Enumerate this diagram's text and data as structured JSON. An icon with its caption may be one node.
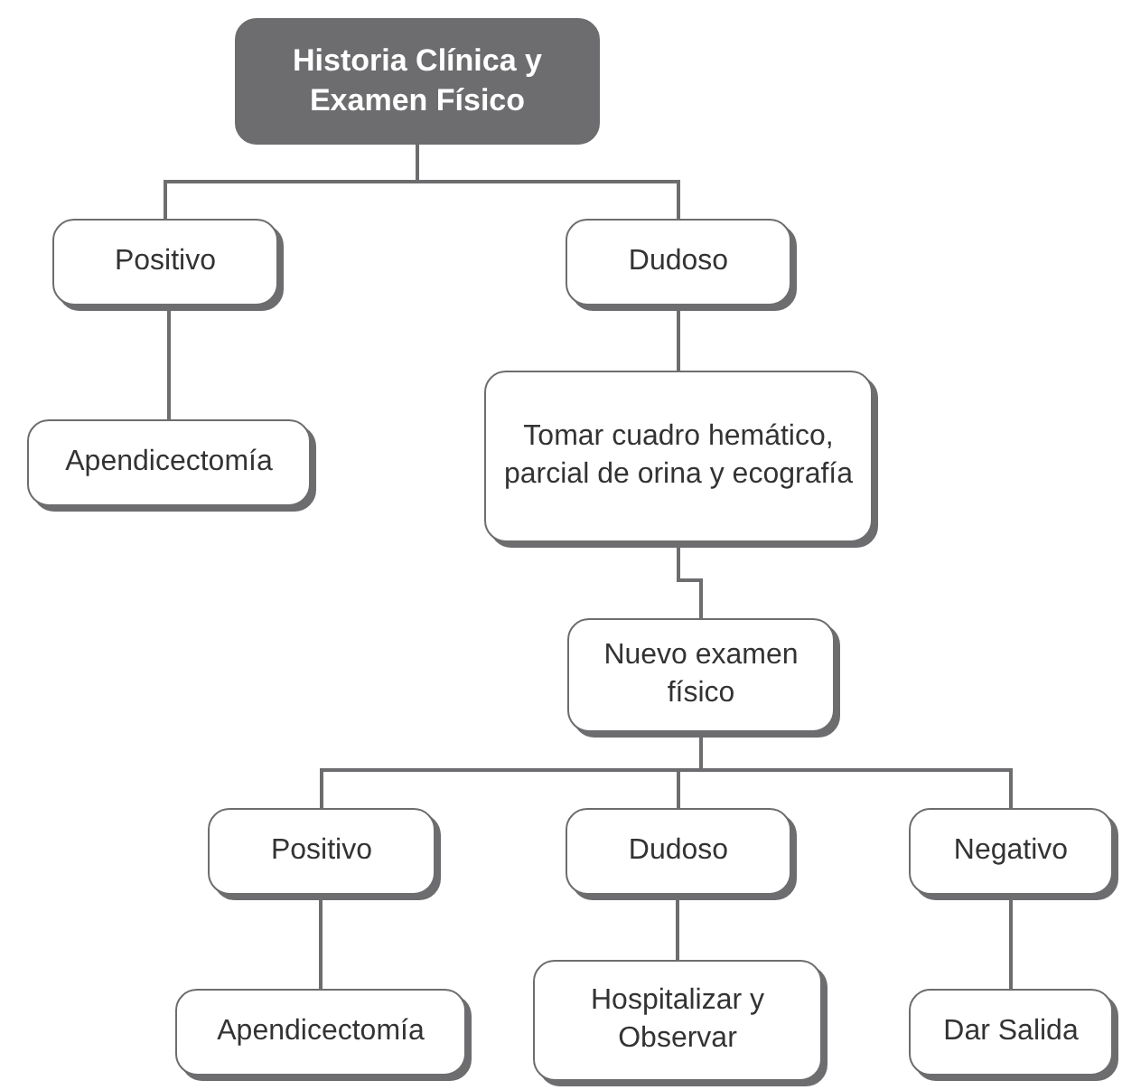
{
  "diagram": {
    "nodes": [
      {
        "text": [
          "Historia Clínica y Examen Físico"
        ]
      },
      {
        "text": [
          "Positivo"
        ]
      },
      {
        "text": [
          "Dudoso"
        ]
      },
      {
        "text": [
          "Apendicectomía"
        ]
      },
      {
        "text": [
          "Tomar cuadro hemático, parcial de orina y ecografía"
        ]
      },
      {
        "text": [
          "Nuevo examen físico"
        ]
      },
      {
        "text": [
          "Positivo"
        ]
      },
      {
        "text": [
          "Dudoso"
        ]
      },
      {
        "text": [
          "Negativo"
        ]
      },
      {
        "text": [
          "Apendicectomía"
        ]
      },
      {
        "text": [
          "Hospitalizar y Observar"
        ]
      },
      {
        "text": [
          "Dar Salida"
        ]
      }
    ],
    "edges": [
      {
        "from": 0,
        "to": 1,
        "arrow": "none"
      },
      {
        "from": 0,
        "to": 2,
        "arrow": "none"
      },
      {
        "from": 1,
        "to": 3,
        "arrow": "none"
      },
      {
        "from": 2,
        "to": 4,
        "arrow": "none"
      },
      {
        "from": 4,
        "to": 5,
        "arrow": "none"
      },
      {
        "from": 5,
        "to": 6,
        "arrow": "none"
      },
      {
        "from": 5,
        "to": 7,
        "arrow": "none"
      },
      {
        "from": 5,
        "to": 8,
        "arrow": "none"
      },
      {
        "from": 6,
        "to": 9,
        "arrow": "none"
      },
      {
        "from": 7,
        "to": 10,
        "arrow": "none"
      },
      {
        "from": 8,
        "to": 11,
        "arrow": "none"
      }
    ]
  }
}
